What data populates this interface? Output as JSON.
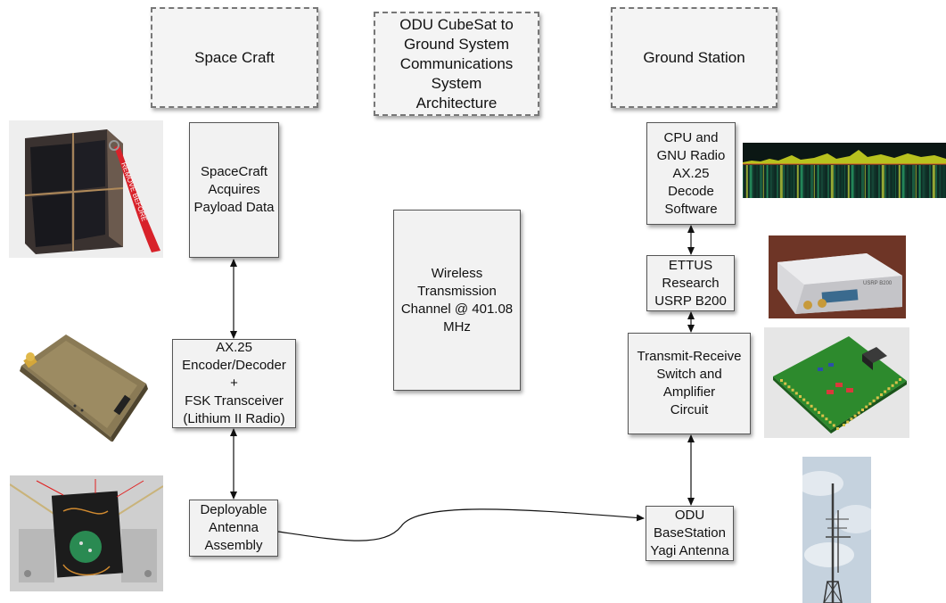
{
  "headers": {
    "spacecraft": "Space Craft",
    "title": "ODU CubeSat to\nGround System\nCommunications System\nArchitecture",
    "ground": "Ground Station"
  },
  "spacecraft_chain": {
    "payload": "SpaceCraft\nAcquires\nPayload Data",
    "radio": "AX.25\nEncoder/Decoder +\nFSK Transceiver\n(Lithium II Radio)",
    "antenna": "Deployable\nAntenna\nAssembly"
  },
  "channel": "Wireless\nTransmission\nChannel @ 401.08\nMHz",
  "ground_chain": {
    "cpu": "CPU and\nGNU Radio\nAX.25\nDecode\nSoftware",
    "usrp": "ETTUS\nResearch\nUSRP B200",
    "switch": "Transmit-Receive\nSwitch and Amplifier\nCircuit",
    "yagi": "ODU\nBaseStation\nYagi Antenna"
  },
  "photo_labels": {
    "remove_tag": "REMOVE BEFORE",
    "usrp_label": "USRP B200"
  }
}
